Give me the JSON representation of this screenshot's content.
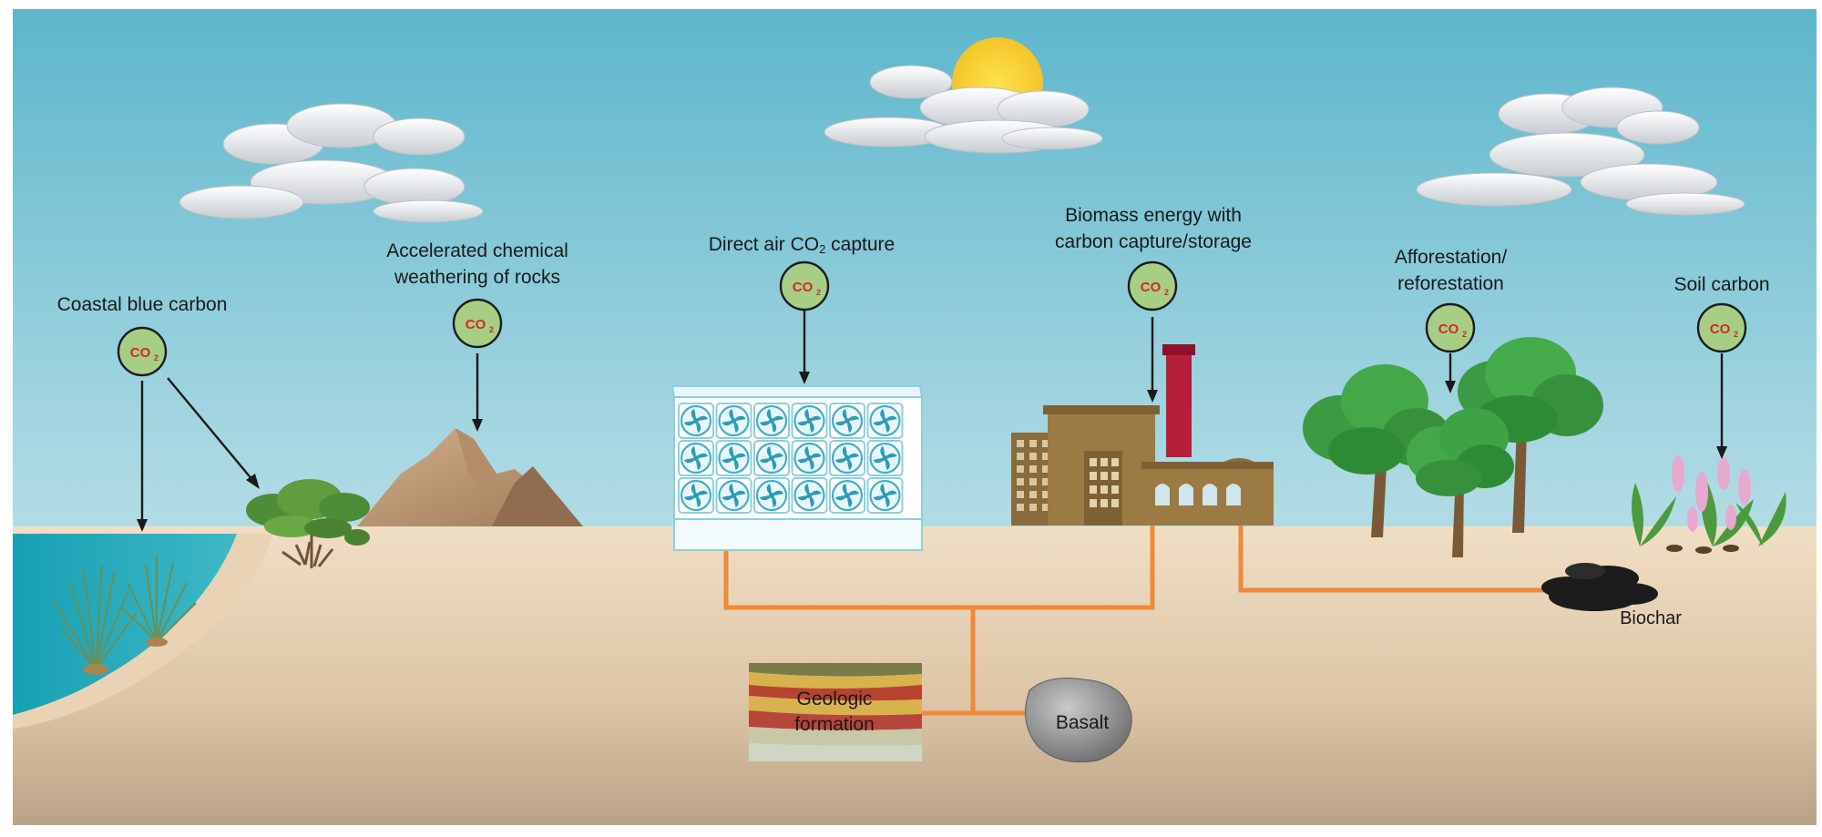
{
  "labels": {
    "coastal": "Coastal blue carbon",
    "weathering_line1": "Accelerated chemical",
    "weathering_line2": "weathering of rocks",
    "direct_air_pre": "Direct air CO",
    "direct_air_sub": "2",
    "direct_air_post": " capture",
    "biomass_line1": "Biomass energy with",
    "biomass_line2": "carbon capture/storage",
    "afforestation_line1": "Afforestation/",
    "afforestation_line2": "reforestation",
    "soil": "Soil carbon",
    "biochar": "Biochar",
    "geologic_line1": "Geologic",
    "geologic_line2": "formation",
    "basalt": "Basalt"
  },
  "co2_badge": {
    "main": "CO",
    "sub": "2"
  },
  "colors": {
    "sky_top": "#5db6cc",
    "sky_bottom": "#d4ecef",
    "sand": "#efdcc2",
    "sea": "#1fa7b8",
    "pipe": "#ee8a3a",
    "badge_fill": "#a6cf85",
    "badge_text": "#d0282c",
    "tree_green": "#3fa345",
    "building_brown": "#9c7a43",
    "chimney_red": "#b51f3a",
    "sun": "#f9d430"
  }
}
